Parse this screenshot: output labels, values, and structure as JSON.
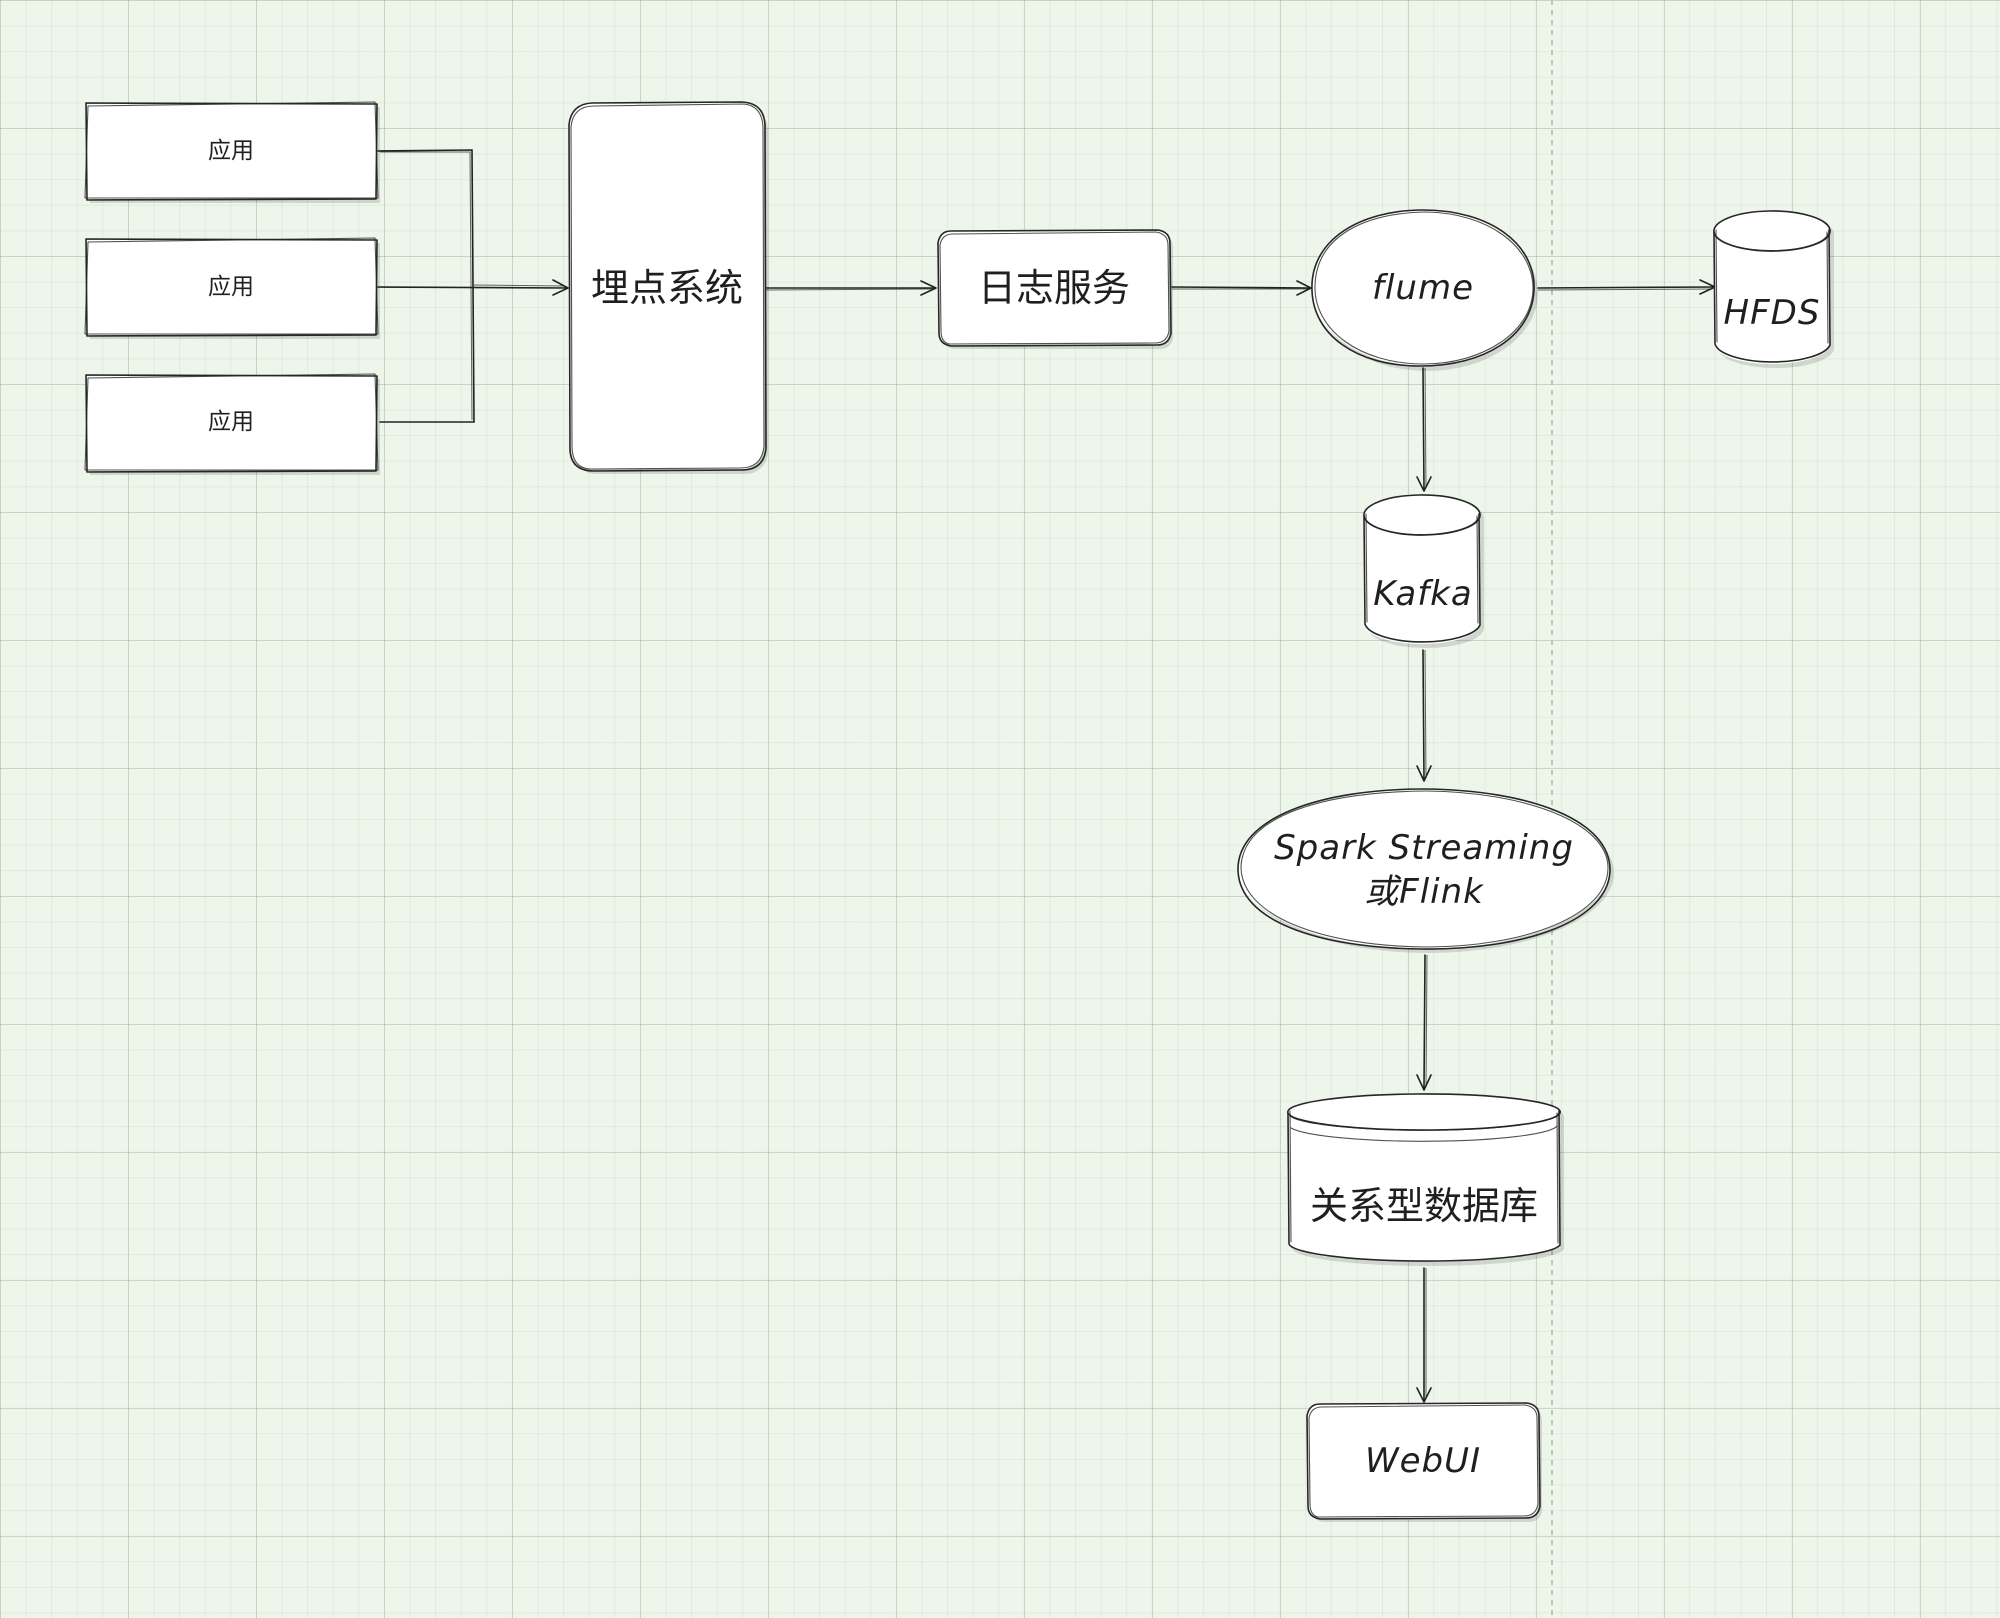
{
  "diagram": {
    "nodes": {
      "app_1": "应用",
      "app_2": "应用",
      "app_3": "应用",
      "tracking_system": "埋点系统",
      "log_service": "日志服务",
      "flume": "flume",
      "hfds": "HFDS",
      "kafka": "Kafka",
      "stream_line1": "Spark Streaming",
      "stream_line2": "或Flink",
      "relational_db": "关系型数据库",
      "webui": "WebUI"
    },
    "edges": [
      {
        "from": "app_1",
        "to": "tracking_system"
      },
      {
        "from": "app_2",
        "to": "tracking_system"
      },
      {
        "from": "app_3",
        "to": "tracking_system"
      },
      {
        "from": "tracking_system",
        "to": "log_service"
      },
      {
        "from": "log_service",
        "to": "flume"
      },
      {
        "from": "flume",
        "to": "hfds"
      },
      {
        "from": "flume",
        "to": "kafka"
      },
      {
        "from": "kafka",
        "to": "stream_processing"
      },
      {
        "from": "stream_processing",
        "to": "relational_db"
      },
      {
        "from": "relational_db",
        "to": "webui"
      }
    ]
  }
}
